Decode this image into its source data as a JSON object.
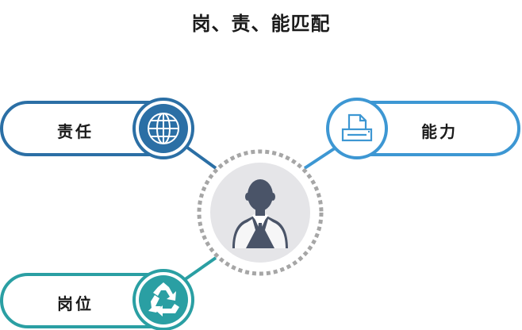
{
  "title": "岗、责、能匹配",
  "nodes": {
    "responsibility": {
      "label": "责任",
      "icon": "globe-icon",
      "color": "#2b6fa5"
    },
    "ability": {
      "label": "能力",
      "icon": "printer-icon",
      "color": "#3d97d3"
    },
    "position": {
      "label": "岗位",
      "icon": "recycle-icon",
      "color": "#2a9fa3"
    }
  },
  "center": {
    "icon": "person-icon",
    "color": "#4a5468"
  }
}
